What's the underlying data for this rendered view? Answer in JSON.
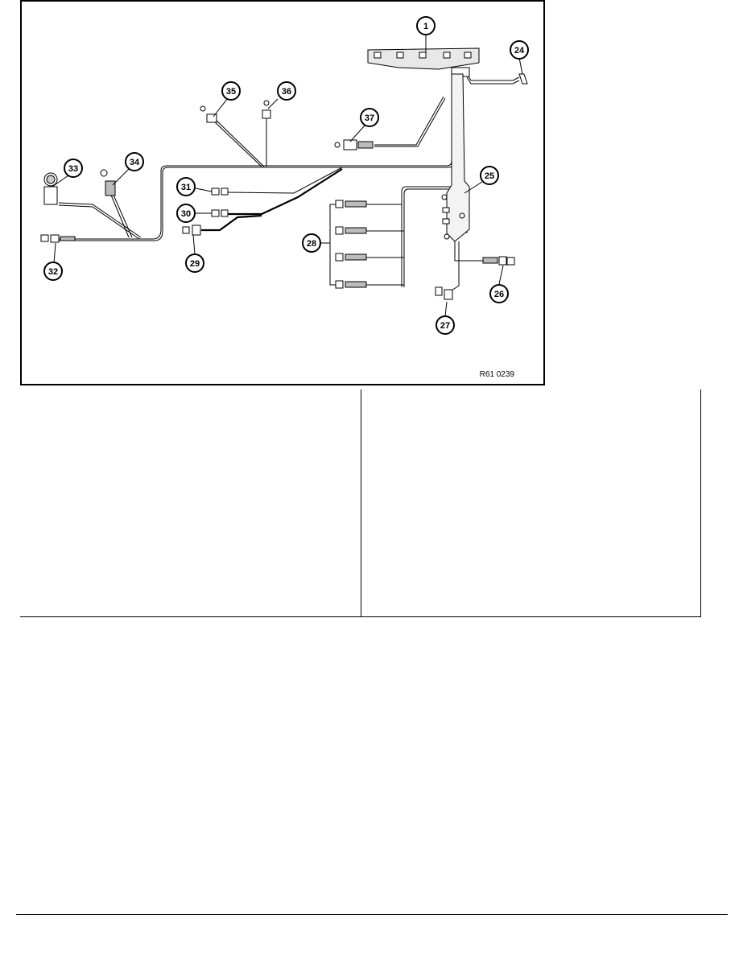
{
  "figure": {
    "reference": "R61 0239",
    "callouts": [
      {
        "id": "c1",
        "label": "1"
      },
      {
        "id": "c24",
        "label": "24"
      },
      {
        "id": "c25",
        "label": "25"
      },
      {
        "id": "c26",
        "label": "26"
      },
      {
        "id": "c27",
        "label": "27"
      },
      {
        "id": "c28",
        "label": "28"
      },
      {
        "id": "c29",
        "label": "29"
      },
      {
        "id": "c30",
        "label": "30"
      },
      {
        "id": "c31",
        "label": "31"
      },
      {
        "id": "c32",
        "label": "32"
      },
      {
        "id": "c33",
        "label": "33"
      },
      {
        "id": "c34",
        "label": "34"
      },
      {
        "id": "c35",
        "label": "35"
      },
      {
        "id": "c36",
        "label": "36"
      },
      {
        "id": "c37",
        "label": "37"
      }
    ]
  }
}
